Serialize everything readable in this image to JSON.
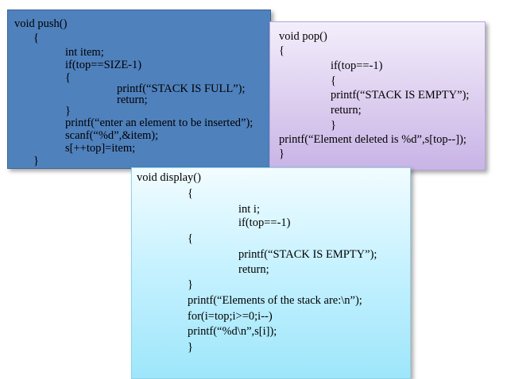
{
  "push_block": {
    "lines": [
      "void push()",
      "{",
      "int item;",
      "if(top==SIZE-1)",
      "{",
      "printf(“STACK IS FULL”);",
      "return;",
      "}",
      "printf(“enter an element to be inserted”);",
      "scanf(“%d”,&item);",
      "s[++top]=item;",
      "}"
    ]
  },
  "pop_block": {
    "lines": [
      "void pop()",
      "{",
      "if(top==-1)",
      "{",
      "printf(“STACK IS EMPTY”);",
      "return;",
      "}",
      "printf(“Element deleted is %d”,s[top--]);",
      "}"
    ]
  },
  "display_block": {
    "lines": [
      "void display()",
      "{",
      "int i;",
      "if(top==-1)",
      "{",
      "printf(“STACK IS EMPTY”);",
      "return;",
      "}",
      "printf(“Elements of the stack are:\\n”);",
      "for(i=top;i>=0;i--)",
      "printf(“%d\\n”,s[i]);",
      "}"
    ]
  },
  "colors": {
    "push_fill": "#4f81bd",
    "pop_fill": "#dccdef",
    "display_fill": "#c8f2ff"
  }
}
